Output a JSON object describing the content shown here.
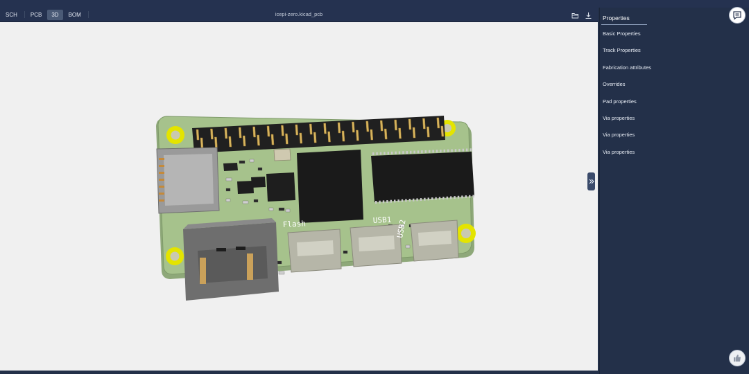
{
  "toolbar": {
    "tabs": [
      {
        "label": "SCH",
        "active": false
      },
      {
        "label": "PCB",
        "active": false
      },
      {
        "label": "3D",
        "active": true
      },
      {
        "label": "BOM",
        "active": false
      }
    ],
    "filename": "icepi-zero.kicad_pcb",
    "icons": [
      "folder-open-icon",
      "download-icon"
    ]
  },
  "board": {
    "silkscreen": [
      "Flash",
      "USB1",
      "USB2"
    ]
  },
  "sidebar": {
    "title": "Properties",
    "items": [
      "Basic Properties",
      "Track Properties",
      "Fabrication attributes",
      "Overrides",
      "Pad properties",
      "Via properties",
      "Via properties",
      "Via properties"
    ]
  },
  "colors": {
    "panel": "#233049",
    "viewport": "#f0f0f0",
    "pcb": "#a6c28c",
    "gold": "#d8b45a",
    "chip": "#1a1a1a"
  }
}
